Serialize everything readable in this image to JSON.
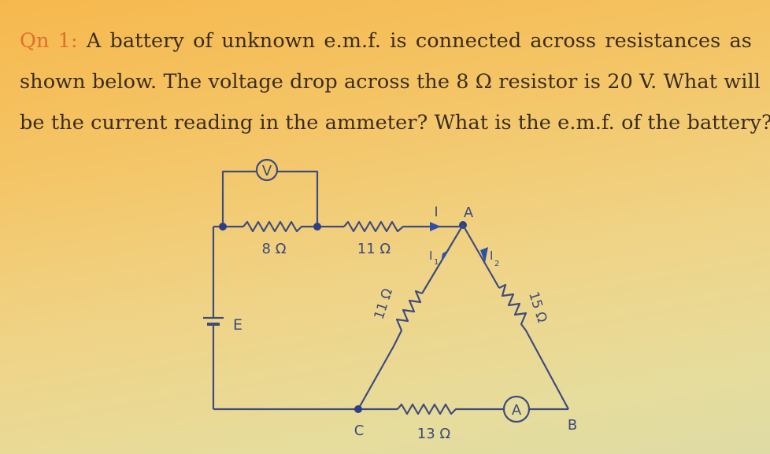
{
  "question": {
    "number_label": "Qn 1:",
    "lines": [
      "A battery of unknown e.m.f. is connected across resistances as",
      "shown below. The voltage drop across the 8 Ω resistor is 20 V. What will",
      "be the current reading in the ammeter? What is the e.m.f. of the battery?"
    ],
    "accent_color": "#e06f2e",
    "text_color": "#3a2c20"
  },
  "circuit": {
    "voltmeter_label": "V",
    "ammeter_label": "A",
    "battery_label": "E",
    "resistors": {
      "r_8": "8 Ω",
      "r_11_series": "11 Ω",
      "r_11_branch": "11 Ω",
      "r_15": "15 Ω",
      "r_13": "13 Ω"
    },
    "currents": {
      "main": "I",
      "branch1": "I",
      "branch1_sub": "1",
      "branch2": "I",
      "branch2_sub": "2"
    },
    "nodes": {
      "a": "A",
      "b": "B",
      "c": "C"
    },
    "wire_color": "#3f4c7c",
    "node_color": "#2d3f86"
  }
}
